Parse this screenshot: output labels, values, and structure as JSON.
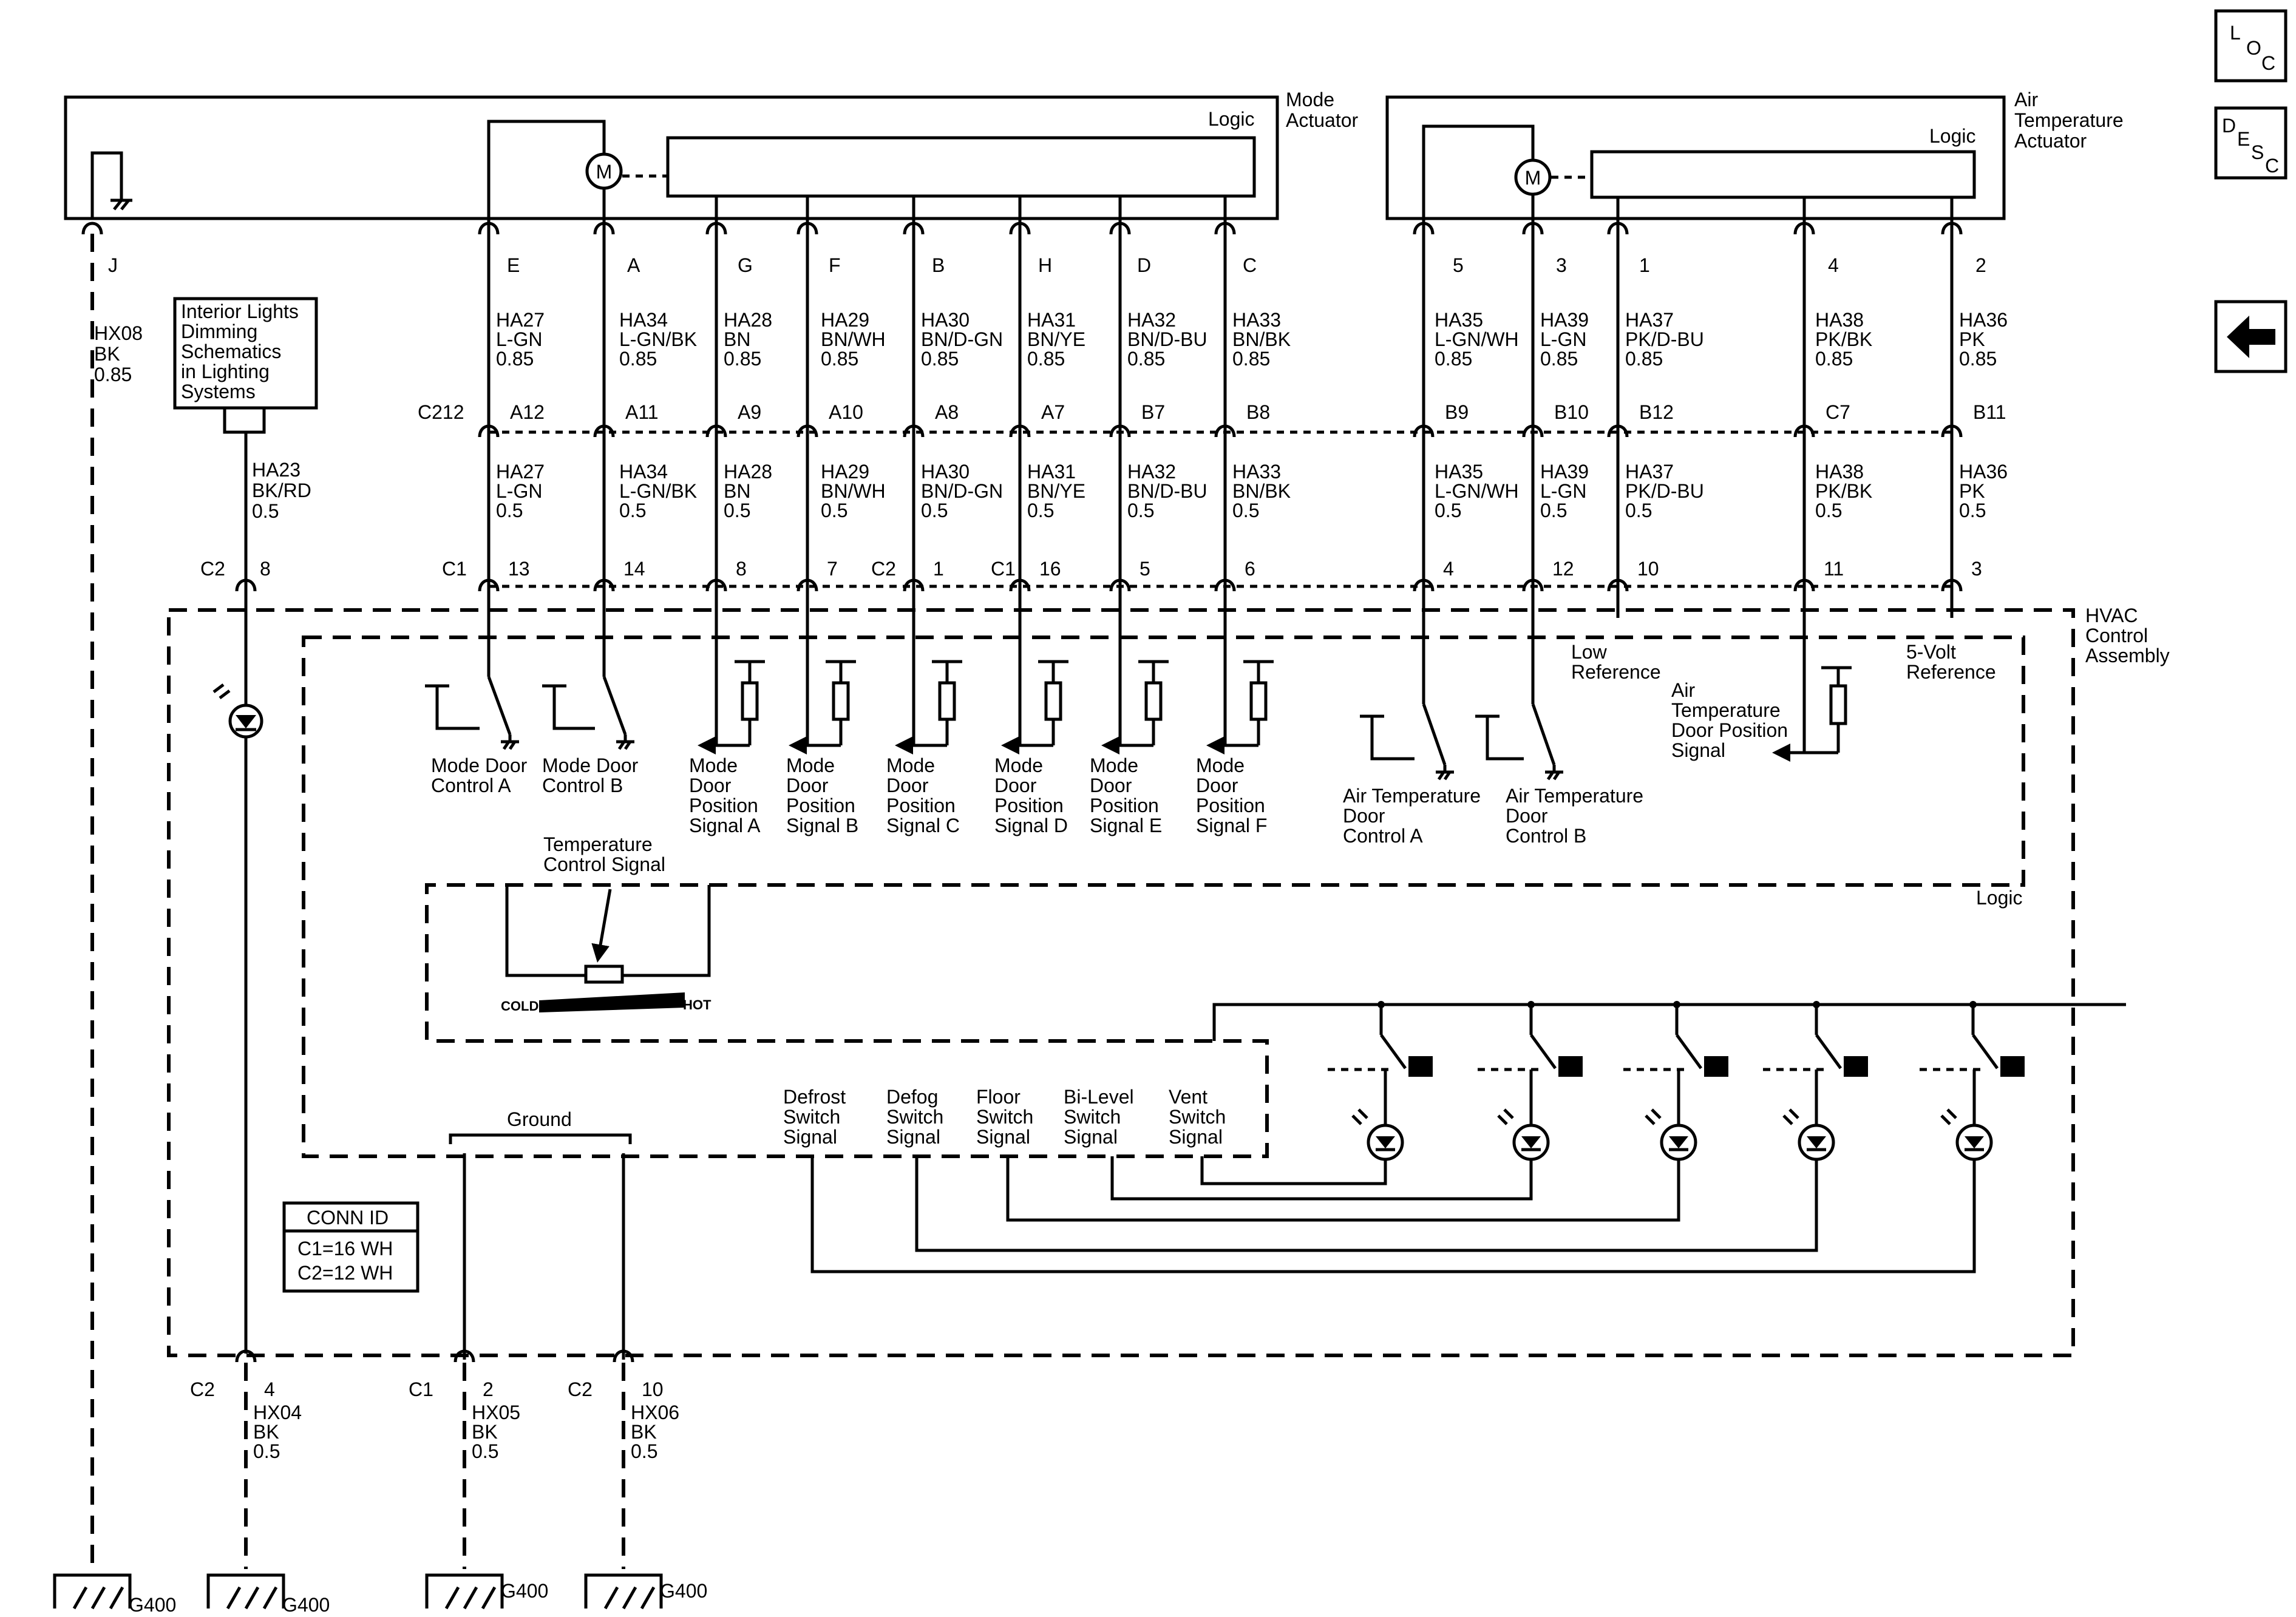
{
  "mode_actuator": {
    "title": "Mode\nActuator",
    "logic": "Logic",
    "motor": "M",
    "pin_j": "J",
    "pins": [
      "E",
      "A",
      "G",
      "F",
      "B",
      "H",
      "D",
      "C"
    ]
  },
  "air_temp_actuator": {
    "title": "Air\nTemperature\nActuator",
    "logic": "Logic",
    "motor": "M",
    "pins": [
      "5",
      "3",
      "1",
      "4",
      "2"
    ]
  },
  "nav": {
    "loc_letters": [
      "L",
      "O",
      "C"
    ],
    "desc_letters": [
      "D",
      "E",
      "S",
      "C"
    ],
    "back_arrow": "←"
  },
  "wire_labels_upper": [
    "HA27\nL-GN\n0.85",
    "HA34\nL-GN/BK\n0.85",
    "HA28\nBN\n0.85",
    "HA29\nBN/WH\n0.85",
    "HA30\nBN/D-GN\n0.85",
    "HA31\nBN/YE\n0.85",
    "HA32\nBN/D-BU\n0.85",
    "HA33\nBN/BK\n0.85",
    "HA35\nL-GN/WH\n0.85",
    "HA39\nL-GN\n0.85",
    "HA37\nPK/D-BU\n0.85",
    "HA38\nPK/BK\n0.85",
    "HA36\nPK\n0.85"
  ],
  "hx08": "HX08\nBK\n0.85",
  "interior_lights_ref": "Interior Lights\nDimming\nSchematics\nin Lighting\nSystems",
  "ha23": "HA23\nBK/RD\n0.5",
  "c212_label": "C212",
  "c212_pins": [
    "A12",
    "A11",
    "A9",
    "A10",
    "A8",
    "A7",
    "B7",
    "B8",
    "B9",
    "B10",
    "B12",
    "C7",
    "B11"
  ],
  "wire_labels_lower": [
    "HA27\nL-GN\n0.5",
    "HA34\nL-GN/BK\n0.5",
    "HA28\nBN\n0.5",
    "HA29\nBN/WH\n0.5",
    "HA30\nBN/D-GN\n0.5",
    "HA31\nBN/YE\n0.5",
    "HA32\nBN/D-BU\n0.5",
    "HA33\nBN/BK\n0.5",
    "HA35\nL-GN/WH\n0.5",
    "HA39\nL-GN\n0.5",
    "HA37\nPK/D-BU\n0.5",
    "HA38\nPK/BK\n0.5",
    "HA36\nPK\n0.5"
  ],
  "hvac_pins": [
    "13",
    "14",
    "8",
    "7",
    "1",
    "16",
    "5",
    "6",
    "4",
    "12",
    "10",
    "11",
    "3"
  ],
  "conn": {
    "c1": "C1",
    "c2": "C2"
  },
  "c2_pin_8": "8",
  "hvac_title": "HVAC\nControl\nAssembly",
  "low_reference": "Low\nReference",
  "five_volt_reference": "5-Volt\nReference",
  "air_temp_door_position": "Air\nTemperature\nDoor Position\nSignal",
  "logic_label": "Logic",
  "mode_door_controls": [
    "Mode Door\nControl A",
    "Mode Door\nControl B"
  ],
  "mode_door_positions": [
    "Mode\nDoor\nPosition\nSignal A",
    "Mode\nDoor\nPosition\nSignal B",
    "Mode\nDoor\nPosition\nSignal C",
    "Mode\nDoor\nPosition\nSignal D",
    "Mode\nDoor\nPosition\nSignal E",
    "Mode\nDoor\nPosition\nSignal F"
  ],
  "air_temp_door_controls": [
    "Air Temperature\nDoor\nControl A",
    "Air Temperature\nDoor\nControl B"
  ],
  "temperature_control": "Temperature\nControl Signal",
  "cold": "COLD",
  "hot": "HOT",
  "switch_signals": [
    "Defrost\nSwitch\nSignal",
    "Defog\nSwitch\nSignal",
    "Floor\nSwitch\nSignal",
    "Bi-Level\nSwitch\nSignal",
    "Vent\nSwitch\nSignal"
  ],
  "ground_label": "Ground",
  "conn_id": {
    "title": "CONN ID",
    "rows": [
      "C1=16 WH",
      "C2=12 WH"
    ]
  },
  "bottom_pins": [
    "4",
    "2",
    "10"
  ],
  "bottom_wires": [
    "HX04\nBK\n0.5",
    "HX05\nBK\n0.5",
    "HX06\nBK\n0.5"
  ],
  "grounds": [
    "G400",
    "G400",
    "G400",
    "G400"
  ]
}
